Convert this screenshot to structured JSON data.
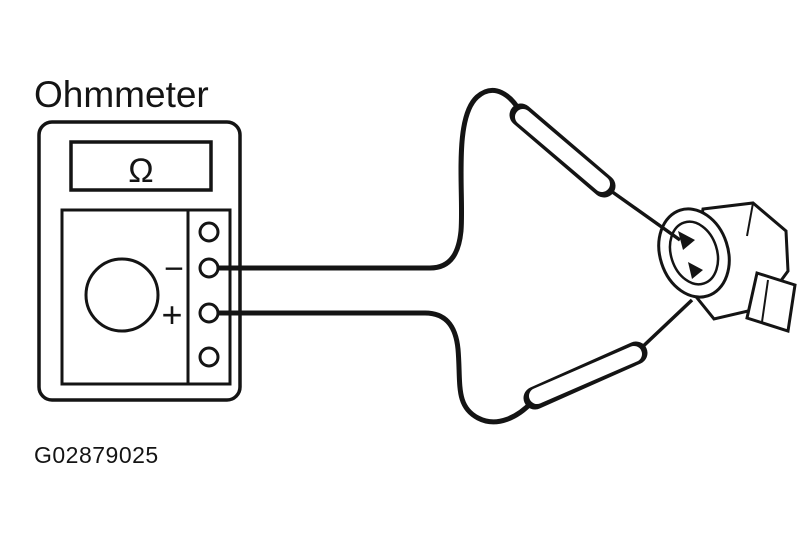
{
  "figure": {
    "title": "Ohmmeter",
    "display_symbol": "Ω",
    "minus_label": "−",
    "plus_label": "+",
    "figure_id": "G02879025"
  },
  "diagram": {
    "description": "Ohmmeter connected by two test leads with probes to a sensor connector",
    "terminals": [
      "blank",
      "negative",
      "positive",
      "blank"
    ]
  },
  "colors": {
    "ink": "#141414",
    "background": "#ffffff"
  }
}
